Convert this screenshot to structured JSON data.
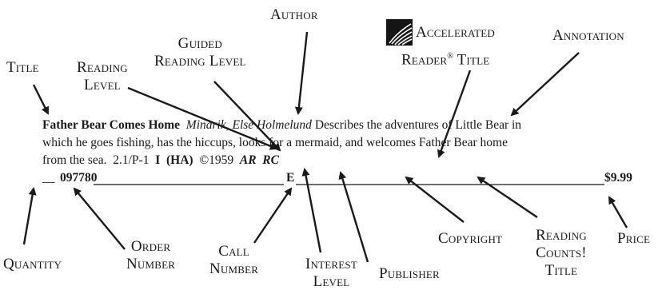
{
  "labels": {
    "title": "Title",
    "reading_level": [
      "Reading",
      "Level"
    ],
    "guided_reading_level": [
      "Guided",
      "Reading Level"
    ],
    "author": "Author",
    "accelerated_reader_title": [
      "Accelerated",
      "Reader",
      "Title"
    ],
    "annotation": "Annotation",
    "quantity": "Quantity",
    "order_number": [
      "Order",
      "Number"
    ],
    "call_number": [
      "Call",
      "Number"
    ],
    "interest_level": [
      "Interest",
      "Level"
    ],
    "publisher": "Publisher",
    "copyright": "Copyright",
    "reading_counts_title": [
      "Reading",
      "Counts!",
      "Title"
    ],
    "price": "Price",
    "registered_mark": "®"
  },
  "entry": {
    "title": "Father Bear Comes Home",
    "author": "Minarik, Else Holmelund",
    "annotation_line1": "Describes the adventures of Little Bear in",
    "annotation_line2": "which he goes fishing, has the hiccups, looks for a mermaid, and welcomes Father Bear home",
    "annotation_line3": "from the sea.",
    "reading_level": "2.1/P-1",
    "interest_level": "I",
    "publisher": "(HA)",
    "copyright": "©1959",
    "ar": "AR",
    "rc": "RC",
    "quantity_blank": "__",
    "order_number": "097780",
    "call_number": "E",
    "price": "$9.99"
  },
  "colors": {
    "ink": "#1a1a1a",
    "logo": "#151515"
  },
  "icons": {
    "accelerated_reader": "accelerated-reader-logo-icon"
  }
}
